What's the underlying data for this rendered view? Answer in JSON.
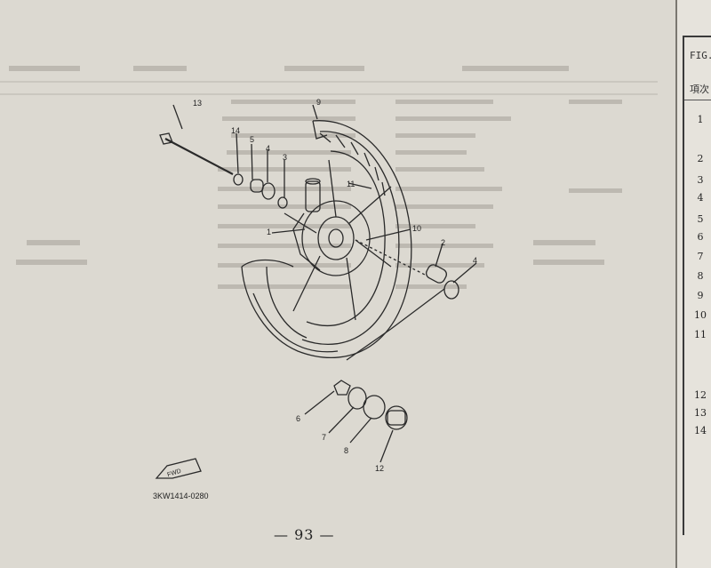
{
  "diagram": {
    "callouts": [
      "13",
      "14",
      "5",
      "4",
      "3",
      "9",
      "11",
      "1",
      "10",
      "2",
      "4",
      "6",
      "7",
      "8",
      "12"
    ],
    "figure_code": "3KW1414-0280",
    "fwd_label": "FWD"
  },
  "page": {
    "number": "— 93 —"
  },
  "right_page": {
    "fig_label": "FIG.",
    "column_header": "項次",
    "item_numbers": [
      "1",
      "2",
      "3",
      "4",
      "5",
      "6",
      "7",
      "8",
      "9",
      "10",
      "11",
      "12",
      "13",
      "14"
    ]
  },
  "colors": {
    "paper": "#dcd9d1",
    "ink": "#2a2a2a",
    "ghost": "#b9b5ad"
  }
}
